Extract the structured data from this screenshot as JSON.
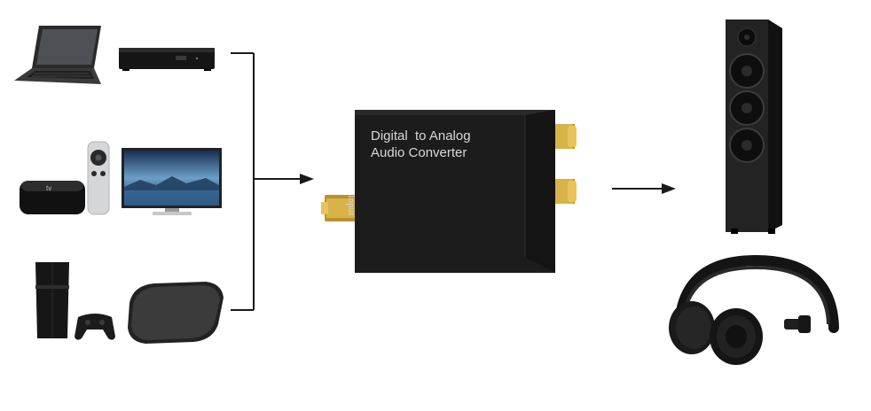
{
  "converter": {
    "title_line1": "Digital  to Analog",
    "title_line2": "Audio Converter",
    "input_label": "Input"
  },
  "devices": {
    "sources": [
      "laptop-icon",
      "set-top-box-icon",
      "apple-tv-icon",
      "remote-icon",
      "television-icon",
      "game-console-icon",
      "gamepad-icon",
      "media-box-icon"
    ],
    "outputs": [
      "floor-speaker-icon",
      "headphones-icon"
    ]
  },
  "colors": {
    "converter_body": "#1c1c1c",
    "converter_text": "#d8d8d8",
    "gold": "#c9a23a",
    "lines": "#1a1a1a"
  }
}
